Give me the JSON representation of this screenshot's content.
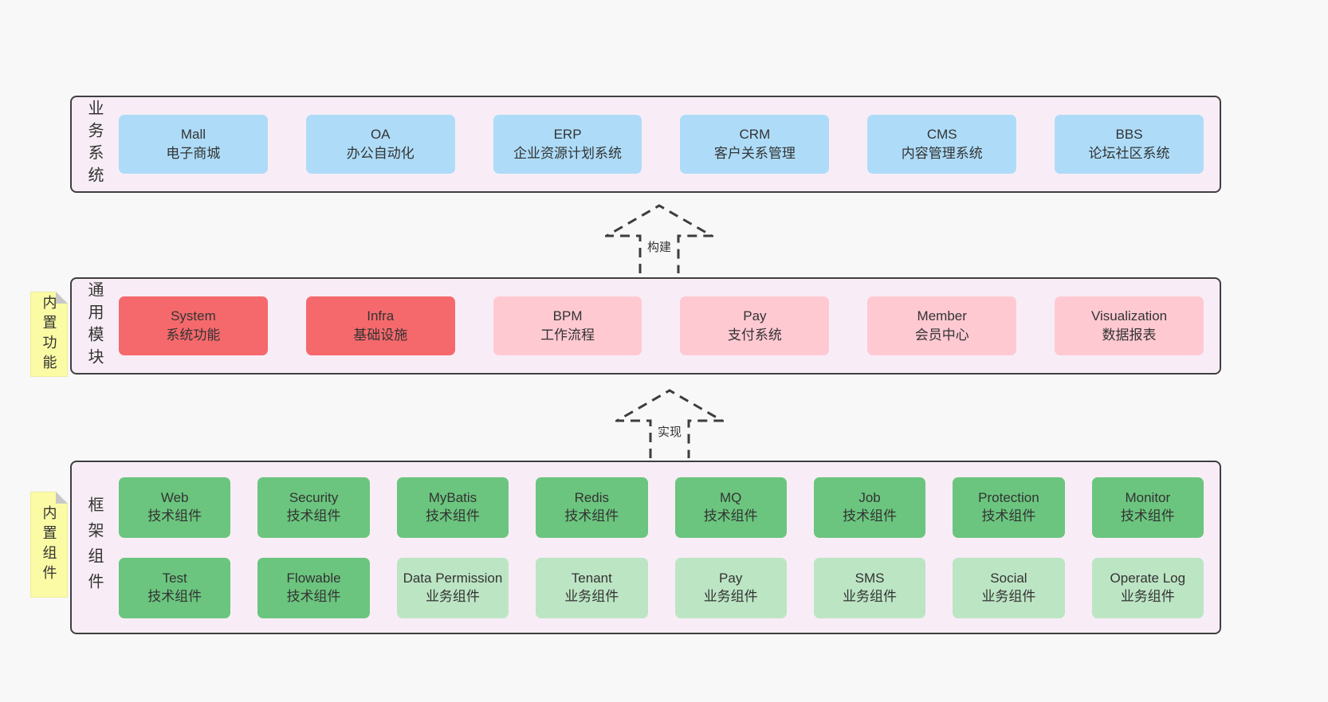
{
  "palette": {
    "page_bg": "#f8f8f8",
    "panel_bg": "#f8edf6",
    "panel_border": "#3f3f3f",
    "blue": "#aedcf8",
    "red": "#f5696c",
    "pink": "#ffc9d2",
    "green": "#6bc57e",
    "green_light": "#bce5c4",
    "yellow": "#fbfba5",
    "fold": "#c8c8c8",
    "text": "#333333",
    "arrow": "#3d3d3d"
  },
  "arrows": {
    "build": "构建",
    "implement": "实现"
  },
  "layers": {
    "business": {
      "label": "业务系统",
      "boxes": [
        {
          "name": "Mall",
          "desc": "电子商城"
        },
        {
          "name": "OA",
          "desc": "办公自动化"
        },
        {
          "name": "ERP",
          "desc": "企业资源计划系统"
        },
        {
          "name": "CRM",
          "desc": "客户关系管理"
        },
        {
          "name": "CMS",
          "desc": "内容管理系统"
        },
        {
          "name": "BBS",
          "desc": "论坛社区系统"
        }
      ]
    },
    "modules": {
      "label": "通用模块",
      "note": "内置功能",
      "boxes": [
        {
          "name": "System",
          "desc": "系统功能"
        },
        {
          "name": "Infra",
          "desc": "基础设施"
        },
        {
          "name": "BPM",
          "desc": "工作流程"
        },
        {
          "name": "Pay",
          "desc": "支付系统"
        },
        {
          "name": "Member",
          "desc": "会员中心"
        },
        {
          "name": "Visualization",
          "desc": "数据报表"
        }
      ]
    },
    "components": {
      "label": "框架组件",
      "note": "内置组件",
      "row1": [
        {
          "name": "Web",
          "desc": "技术组件"
        },
        {
          "name": "Security",
          "desc": "技术组件"
        },
        {
          "name": "MyBatis",
          "desc": "技术组件"
        },
        {
          "name": "Redis",
          "desc": "技术组件"
        },
        {
          "name": "MQ",
          "desc": "技术组件"
        },
        {
          "name": "Job",
          "desc": "技术组件"
        },
        {
          "name": "Protection",
          "desc": "技术组件"
        },
        {
          "name": "Monitor",
          "desc": "技术组件"
        }
      ],
      "row2": [
        {
          "name": "Test",
          "desc": "技术组件"
        },
        {
          "name": "Flowable",
          "desc": "技术组件"
        },
        {
          "name": "Data Permission",
          "desc": "业务组件"
        },
        {
          "name": "Tenant",
          "desc": "业务组件"
        },
        {
          "name": "Pay",
          "desc": "业务组件"
        },
        {
          "name": "SMS",
          "desc": "业务组件"
        },
        {
          "name": "Social",
          "desc": "业务组件"
        },
        {
          "name": "Operate Log",
          "desc": "业务组件"
        }
      ]
    }
  }
}
